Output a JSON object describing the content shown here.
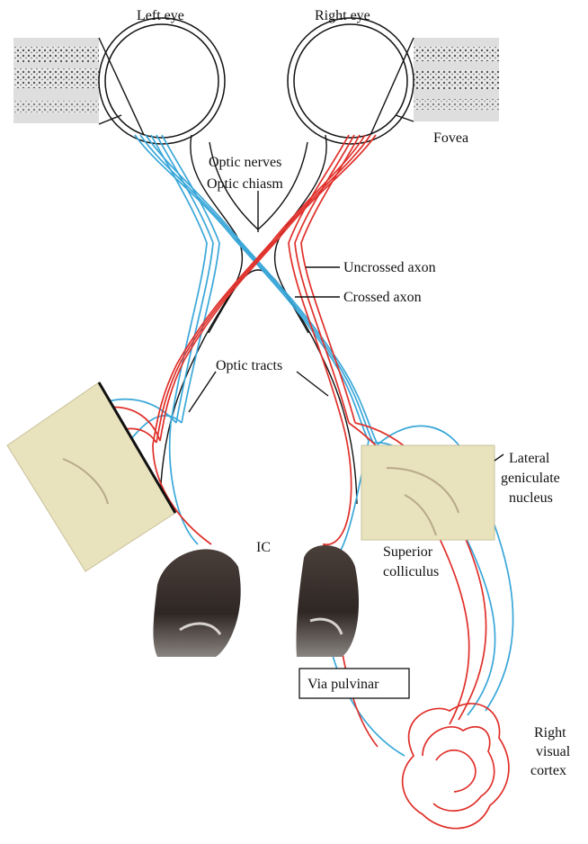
{
  "labels": {
    "left_eye": "Left eye",
    "right_eye": "Right eye",
    "fovea": "Fovea",
    "optic_nerves": "Optic nerves",
    "optic_chiasm": "Optic chiasm",
    "uncrossed_axon": "Uncrossed axon",
    "crossed_axon": "Crossed axon",
    "optic_tracts": "Optic tracts",
    "lgn_line1": "Lateral",
    "lgn_line2": "geniculate",
    "lgn_line3": "nucleus",
    "sc_line1": "Superior",
    "sc_line2": "colliculus",
    "ic": "IC",
    "via_pulvinar": "Via pulvinar",
    "cortex_line1": "Right",
    "cortex_line2": "visual",
    "cortex_line3": "cortex"
  },
  "colors": {
    "left_eye_axons": "#39a7d9",
    "right_eye_axons": "#e0302a",
    "outline": "#111111",
    "tissue_section": "#e8e2bd",
    "colliculus_stain": "#3a302c"
  }
}
